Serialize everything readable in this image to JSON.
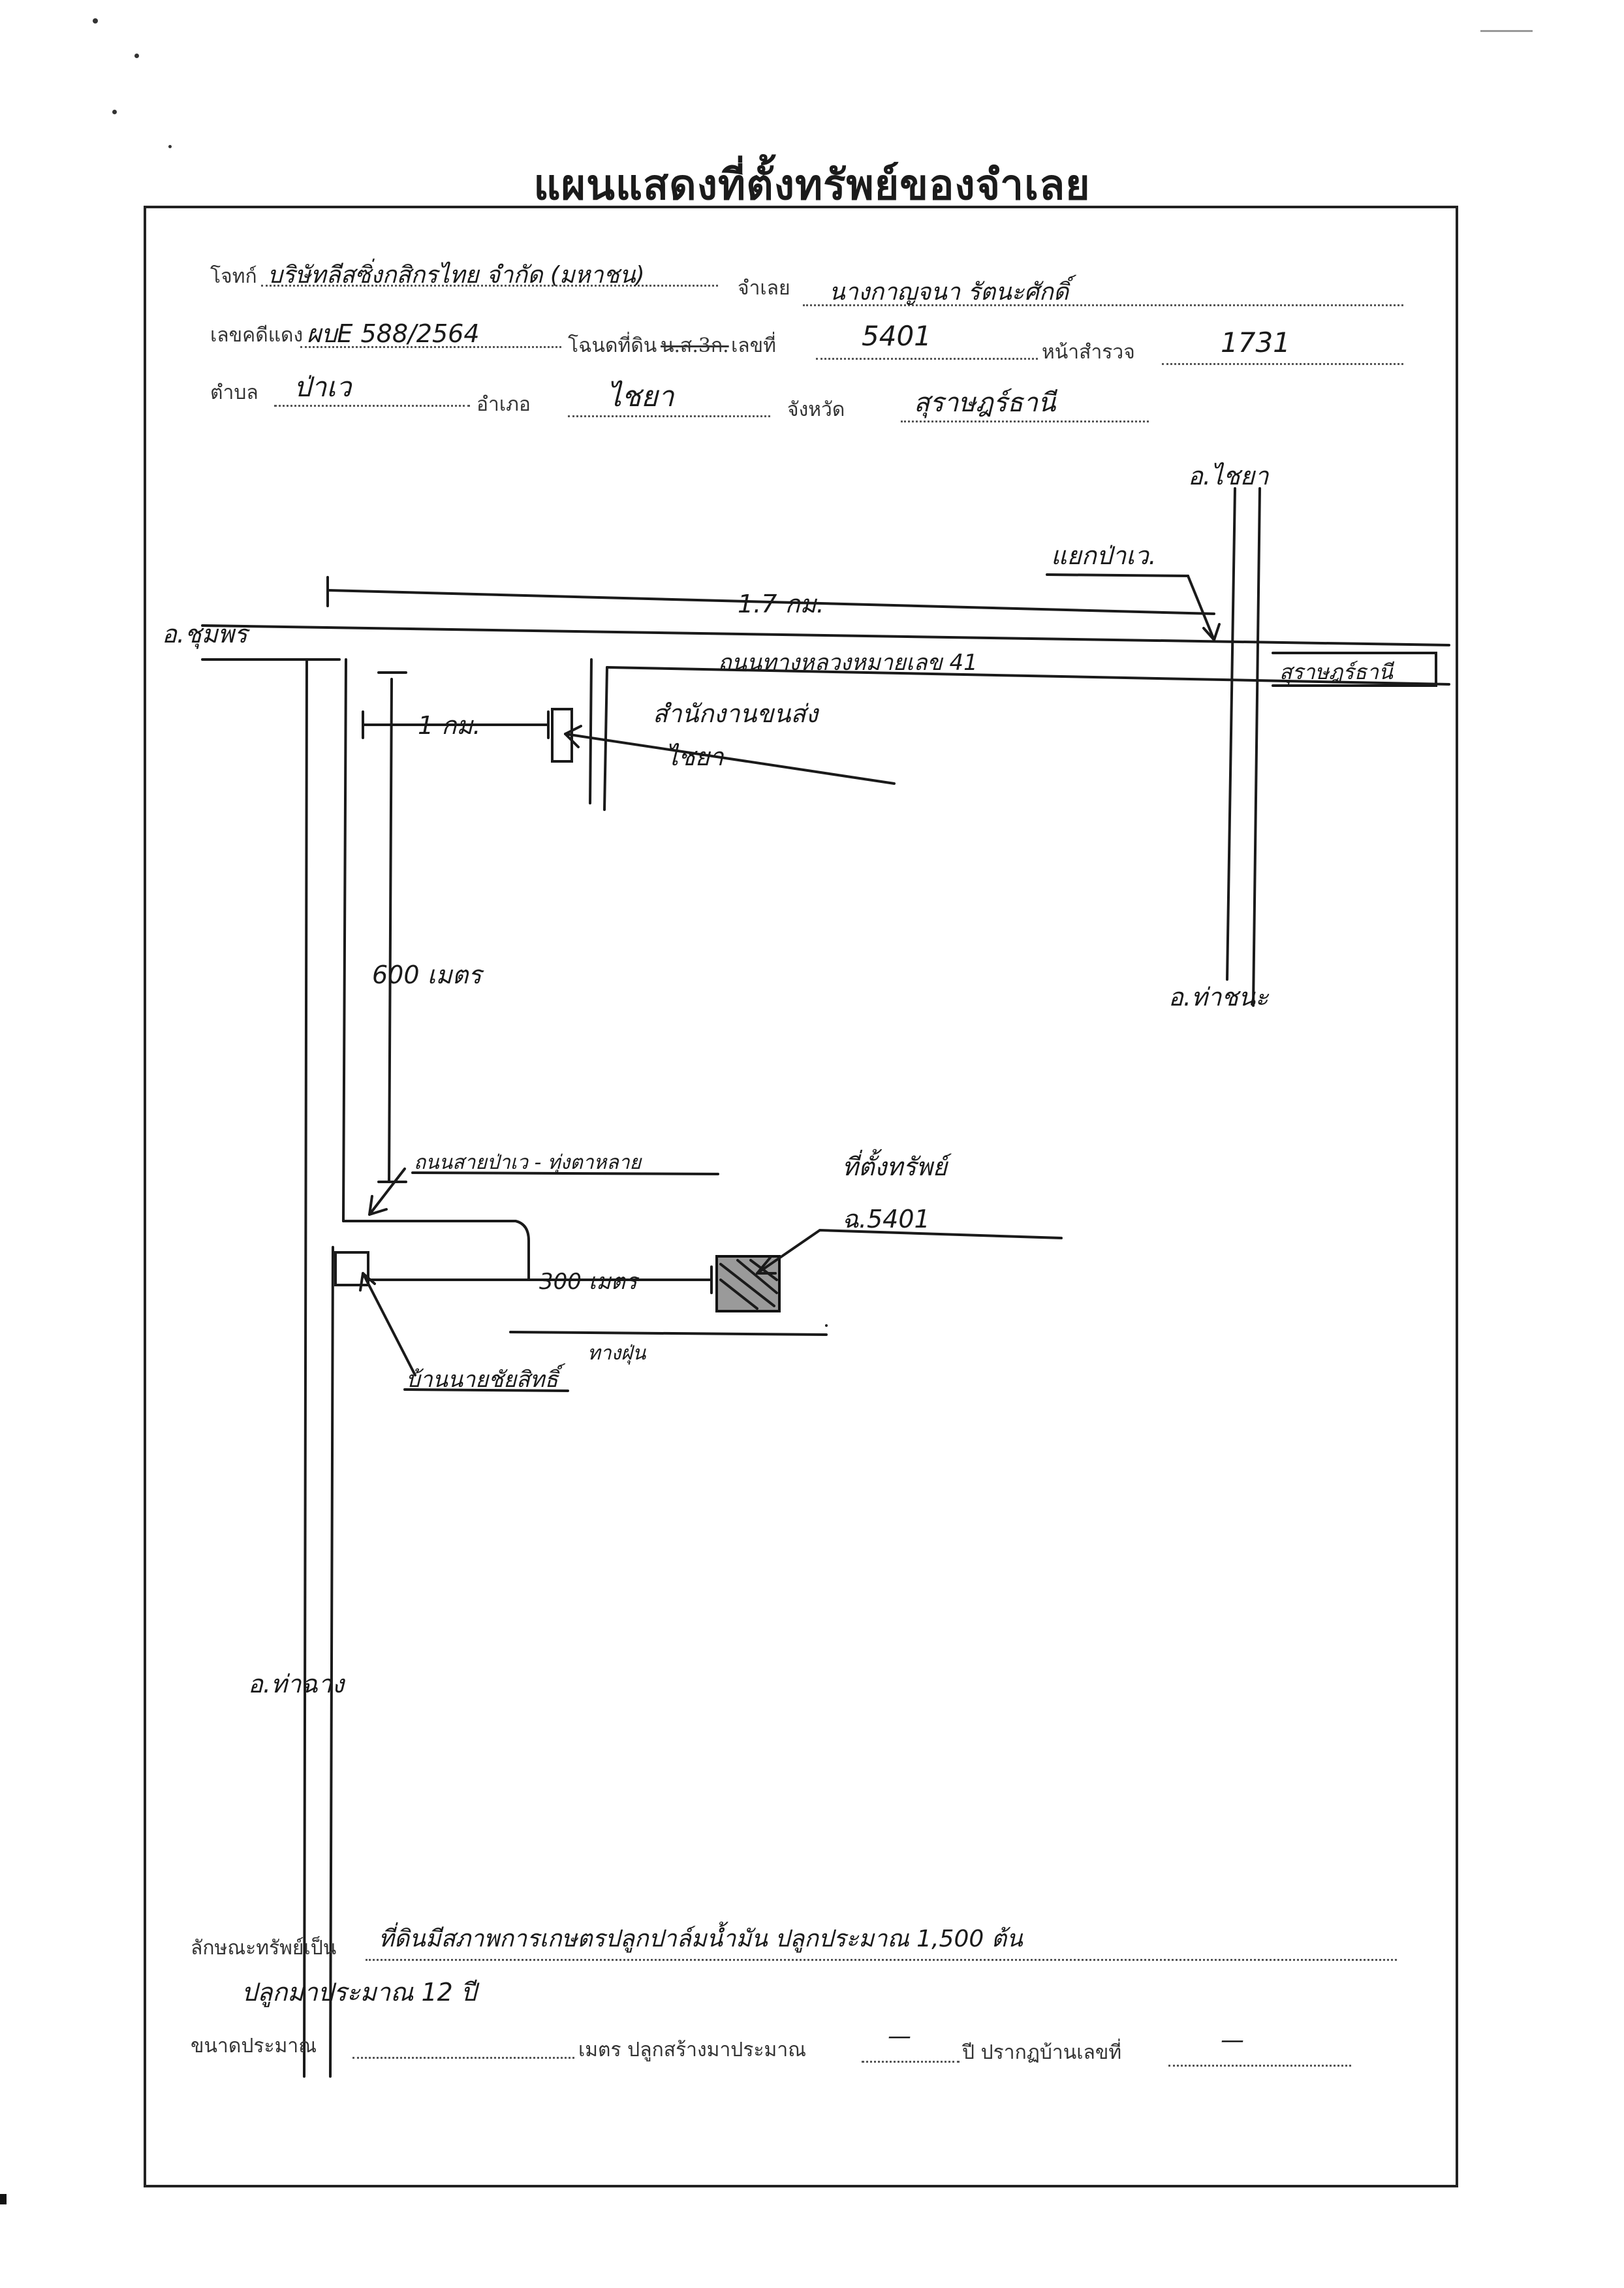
{
  "document": {
    "title": "แผนแสดงที่ตั้งทรัพย์ของจำเลย"
  },
  "header": {
    "plaintiff_label": "โจทก์",
    "plaintiff_value": "บริษัทลีสซิ่งกสิกรไทย จำกัด (มหาชน)",
    "defendant_label": "จำเลย",
    "defendant_value": "นางกาญจนา รัตนะศักดิ์",
    "case_label": "เลขคดีแดง",
    "case_value": "ผบE 588/2564",
    "deed_label": "โฉนดที่ดิน",
    "deed_struck": "น.ส.3ก.",
    "deed_no_label": "เลขที่",
    "deed_value": "5401",
    "survey_label": "หน้าสำรวจ",
    "survey_value": "1731",
    "subdistrict_label": "ตำบล",
    "subdistrict_value": "ป่าเว",
    "district_label": "อำเภอ",
    "district_value": "ไชยา",
    "province_label": "จังหวัด",
    "province_value": "สุราษฎร์ธานี"
  },
  "map": {
    "to_chaiya_north": "อ.ไชยา",
    "junction": "แยกป่าเว.",
    "distance_7km": "1.7 กม.",
    "to_chumphon": "อ.ชุมพร",
    "highway": "ถนนทางหลวงหมายเลข 41",
    "to_surat": "สุราษฎร์ธานี",
    "distance_1km": "1 กม.",
    "office_line1": "สำนักงานขนส่ง",
    "office_line2": "ไชยา",
    "distance_600m": "600 เมตร",
    "to_tha_chana": "อ.ท่าชนะ",
    "road_name": "ถนนสายป่าเว - ทุ่งตาหลาย",
    "property_line1": "ที่ตั้งทรัพย์",
    "property_line2": "ฉ.5401",
    "distance_300m": "300 เมตร",
    "dirt_road": "ทางฝุ่น",
    "house": "บ้านนายชัยสิทธิ์",
    "to_south": "อ.ท่าฉาง"
  },
  "footer": {
    "nature_label": "ลักษณะทรัพย์เป็น",
    "nature_line1": "ที่ดินมีสภาพการเกษตรปลูกปาล์มน้ำมัน ปลูกประมาณ 1,500 ต้น",
    "nature_line2": "ปลูกมาประมาณ 12 ปี",
    "size_label": "ขนาดประมาณ",
    "size_unit": "เมตร ปลูกสร้างมาประมาณ",
    "built_value": "—",
    "built_unit": "ปี ปรากฏบ้านเลขที่",
    "house_no_value": "—"
  }
}
